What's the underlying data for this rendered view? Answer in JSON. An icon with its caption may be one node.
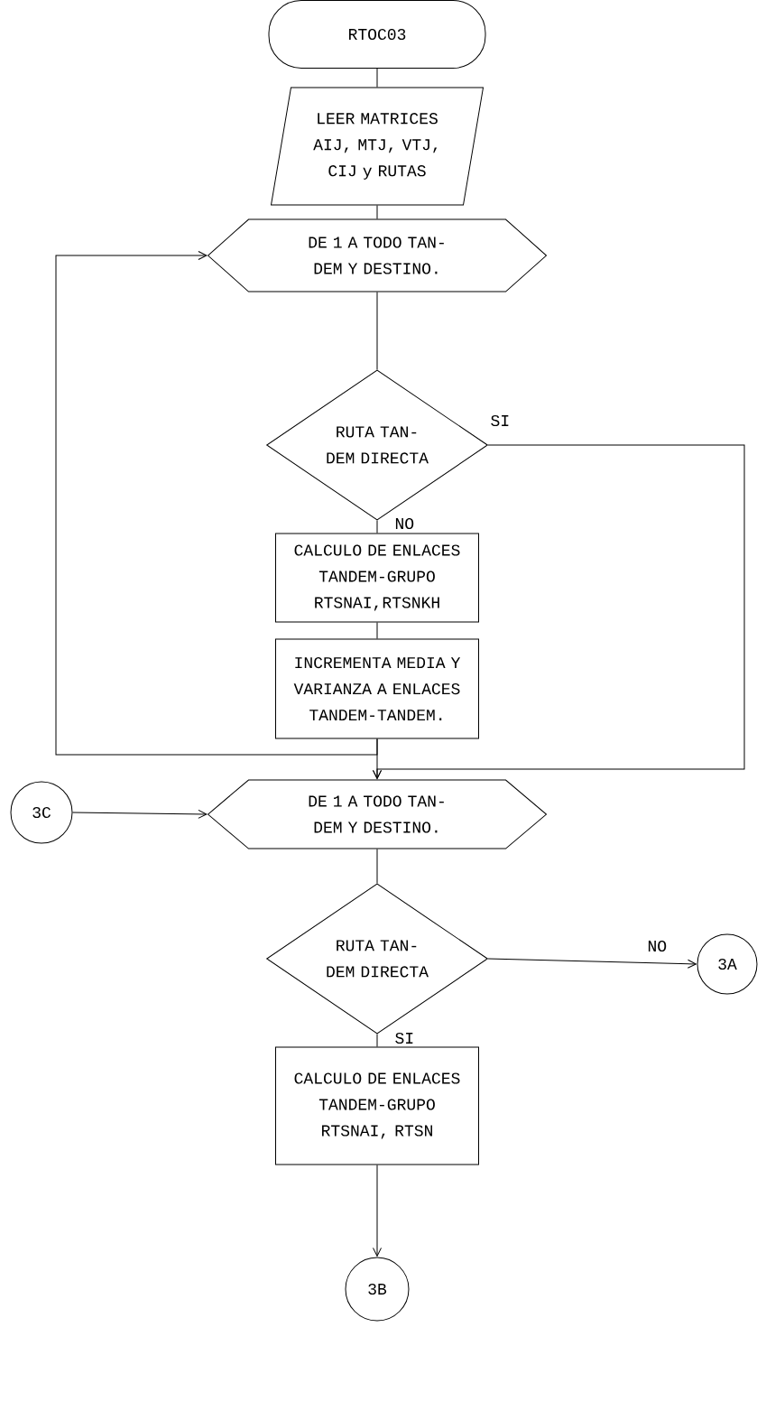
{
  "diagram": {
    "nodes": [
      {
        "text": [
          "RTOC03"
        ]
      },
      {
        "text": [
          "LEER MATRICES AIJ, MTJ, VTJ, CIJ y RUTAS"
        ]
      },
      {
        "text": [
          "DE 1 A TODO TAN- DEM Y DESTINO."
        ]
      },
      {
        "text": [
          "RUTA TAN- DEM DIRECTA"
        ]
      },
      {
        "text": [
          "CALCULO DE ENLACES TANDEM-GRUPO RTSNAI,RTSNKH"
        ]
      },
      {
        "text": [
          "INCREMENTA MEDIA Y VARIANZA A ENLACES TANDEM-TANDEM."
        ]
      },
      {
        "text": [
          "DE 1 A TODO TAN- DEM Y DESTINO."
        ]
      },
      {
        "text": [
          "3C"
        ]
      },
      {
        "text": [
          "RUTA TAN- DEM DIRECTA"
        ]
      },
      {
        "text": [
          "3A"
        ]
      },
      {
        "text": [
          "CALCULO DE ENLACES TANDEM-GRUPO RTSNAI, RTSN"
        ]
      },
      {
        "text": [
          "3B"
        ]
      }
    ],
    "edges": [
      {
        "from": 0,
        "to": 1,
        "arrow": "none"
      },
      {
        "from": 1,
        "to": 2,
        "arrow": "none"
      },
      {
        "from": 2,
        "to": 3,
        "arrow": "none"
      },
      {
        "from": 3,
        "to": 4,
        "arrow": "none",
        "label": "NO"
      },
      {
        "from": 3,
        "to": 6,
        "arrow": "to",
        "label": "SI"
      },
      {
        "from": 4,
        "to": 5,
        "arrow": "none"
      },
      {
        "from": 5,
        "to": 6,
        "arrow": "to"
      },
      {
        "from": 5,
        "to": 2,
        "arrow": "to"
      },
      {
        "from": 7,
        "to": 6,
        "arrow": "to"
      },
      {
        "from": 6,
        "to": 8,
        "arrow": "none"
      },
      {
        "from": 8,
        "to": 9,
        "arrow": "to",
        "label": "NO"
      },
      {
        "from": 8,
        "to": 10,
        "arrow": "none",
        "label": "SI"
      },
      {
        "from": 10,
        "to": 11,
        "arrow": "to"
      }
    ]
  }
}
